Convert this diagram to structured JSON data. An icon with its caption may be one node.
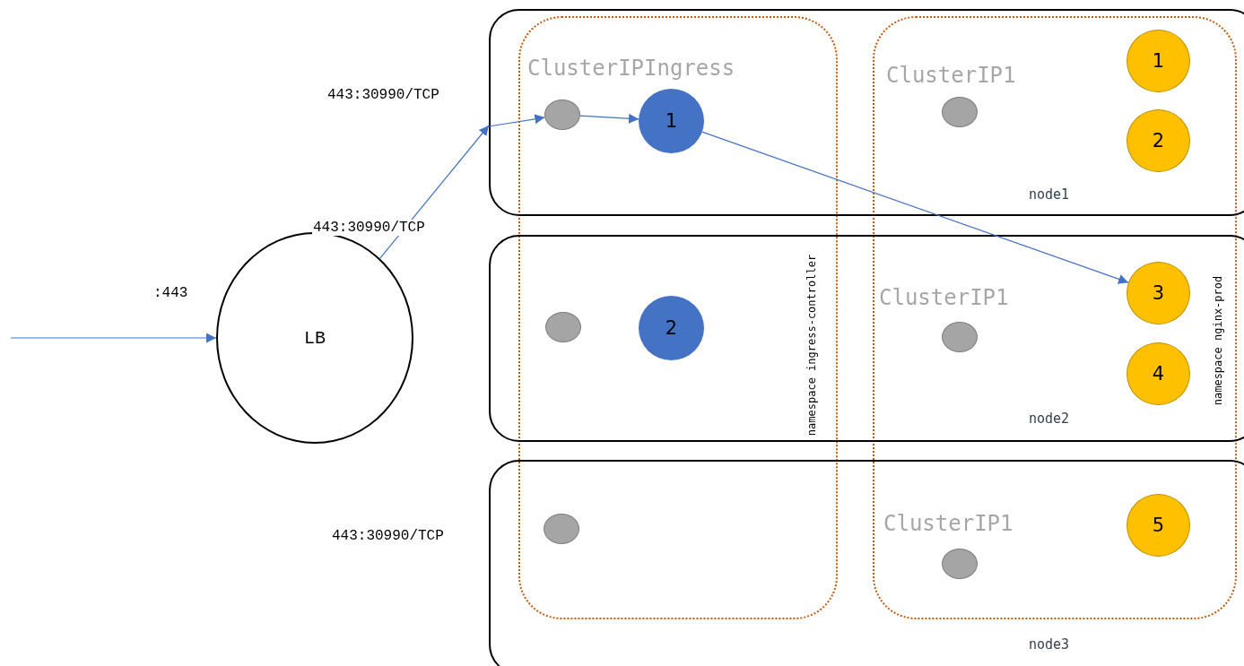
{
  "diagram": {
    "nodes": [
      {
        "text": [
          "LB"
        ]
      },
      {
        "text": [
          "node1"
        ]
      },
      {
        "text": [
          "node2"
        ]
      },
      {
        "text": [
          "node3"
        ]
      },
      {
        "text": [],
        "shape": "circle",
        "in": 1
      },
      {
        "text": [
          "1"
        ],
        "in": 1
      },
      {
        "text": [],
        "shape": "circle",
        "in": 1
      },
      {
        "text": [
          "1"
        ],
        "in": 1
      },
      {
        "text": [
          "2"
        ],
        "in": 1
      },
      {
        "text": [],
        "shape": "circle",
        "in": 2
      },
      {
        "text": [
          "2"
        ],
        "in": 2
      },
      {
        "text": [],
        "shape": "circle",
        "in": 2
      },
      {
        "text": [
          "3"
        ],
        "in": 2
      },
      {
        "text": [
          "4"
        ],
        "in": 2
      },
      {
        "text": [],
        "shape": "circle",
        "in": 3
      },
      {
        "text": [],
        "shape": "circle",
        "in": 3
      },
      {
        "text": [
          "5"
        ],
        "in": 3
      }
    ],
    "edges": [
      {
        "from": null,
        "to": 0,
        "arrow": "to",
        "label": ":443"
      },
      {
        "from": 0,
        "to": 1,
        "arrow": "to",
        "label": "443:30990/TCP"
      },
      {
        "from": 1,
        "to": 4,
        "arrow": "to"
      },
      {
        "from": 4,
        "to": 5,
        "arrow": "to"
      },
      {
        "from": 5,
        "to": 12,
        "arrow": "to"
      }
    ],
    "labels": [
      "ClusterIPIngress",
      "ClusterIP1",
      "443:30990/TCP",
      "namespace ingress-controller",
      "ClusterIP1",
      "namespace nginx-prod",
      "ClusterIP1",
      "443:30990/TCP"
    ]
  }
}
